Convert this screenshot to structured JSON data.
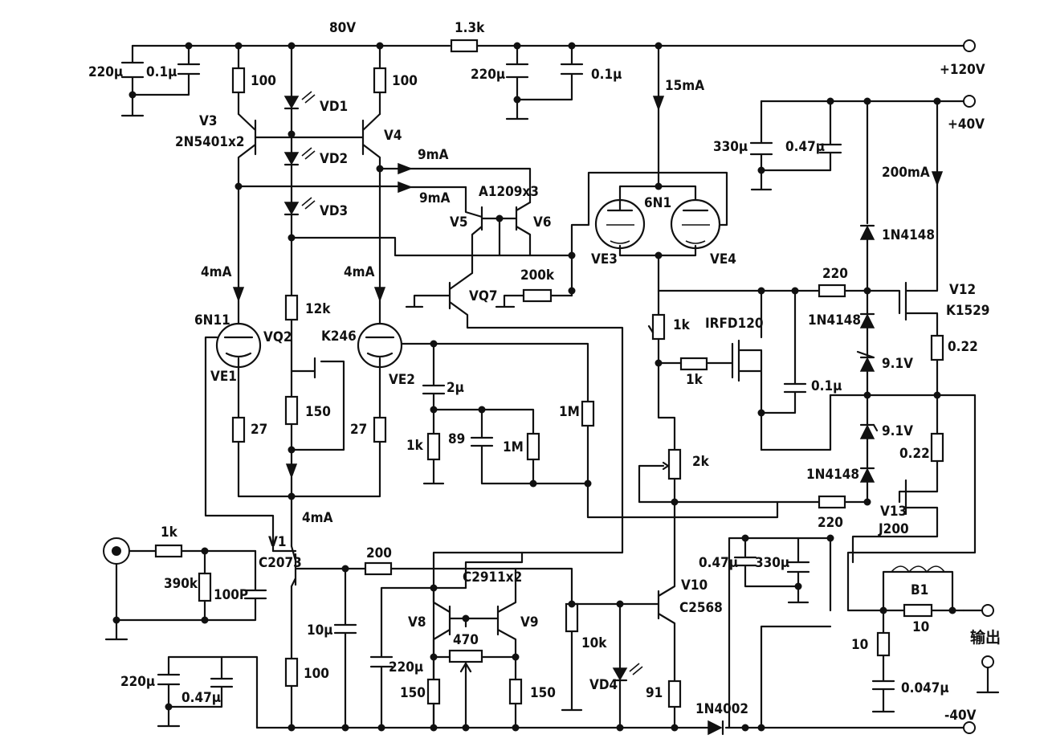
{
  "labels": {
    "v80": "80V",
    "r13k": "1.3k",
    "plus120": "+120V",
    "plus40": "+40V",
    "minus40": "-40V",
    "out": "输出",
    "c220u_a": "220μ",
    "c01u_a": "0.1μ",
    "r100_a": "100",
    "r100_b": "100",
    "c220u_b": "220μ",
    "c01u_b": "0.1μ",
    "i15ma": "15mA",
    "v3": "V3",
    "v3_type": "2N5401x2",
    "vd1": "VD1",
    "vd2": "VD2",
    "vd3": "VD3",
    "v4": "V4",
    "i9ma_a": "9mA",
    "i9ma_b": "9mA",
    "a1209": "A1209x3",
    "v5": "V5",
    "v6": "V6",
    "vq7": "VQ7",
    "r200k": "200k",
    "n6n1": "6N1",
    "ve3": "VE3",
    "ve4": "VE4",
    "c330u_a": "330μ",
    "c047u_a": "0.47μ",
    "i200ma": "200mA",
    "d1n4148_a": "1N4148",
    "r220_a": "220",
    "v12": "V12",
    "k1529": "K1529",
    "d1n4148_b": "1N4148",
    "r022_a": "0.22",
    "z91_a": "9.1V",
    "z91_b": "9.1V",
    "r022_b": "0.22",
    "d1n4148_c": "1N4148",
    "r220_b": "220",
    "v13": "V13",
    "j200": "J200",
    "i4ma_a": "4mA",
    "i4ma_b": "4mA",
    "n6n11": "6N11",
    "vq2": "VQ2",
    "ve1": "VE1",
    "ve2": "VE2",
    "r12k": "12k",
    "k246": "K246",
    "r150": "150",
    "r27_a": "27",
    "r27_b": "27",
    "c2u": "2μ",
    "r1m_a": "1M",
    "r1k_a": "1k",
    "r89": "89",
    "r1m_b": "1M",
    "r1k_b": "1k",
    "irfd": "IRFD120",
    "r1k_c": "1k",
    "c01u_c": "0.1μ",
    "r2k": "2k",
    "i4ma_c": "4mA",
    "v1": "V1",
    "c2073": "C2073",
    "r1k_in": "1k",
    "r390k": "390k",
    "c100p": "100P",
    "r200": "200",
    "c2911": "C2911x2",
    "c10u": "10μ",
    "r100_c": "100",
    "c220u_c": "220μ",
    "c047u_b": "0.47μ",
    "c220u_d": "220μ",
    "v8": "V8",
    "v9": "V9",
    "r470": "470",
    "r150_a": "150",
    "r150_b": "150",
    "r10k": "10k",
    "vd4": "VD4",
    "v10": "V10",
    "c2568": "C2568",
    "r91": "91",
    "d1n4002": "1N4002",
    "c047u_c": "0.47μ",
    "c330u_b": "330μ",
    "b1": "B1",
    "r10_a": "10",
    "r10_b": "10",
    "c0047u": "0.047μ"
  }
}
